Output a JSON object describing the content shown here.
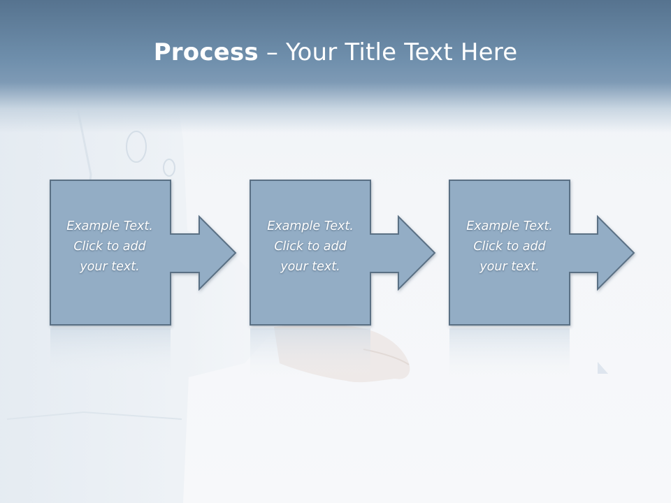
{
  "slide": {
    "title_bold": "Process",
    "title_rest": " – Your Title Text Here"
  },
  "steps": [
    {
      "line1": "Example Text.",
      "line2": "Click  to add",
      "line3": "your text."
    },
    {
      "line1": "Example Text.",
      "line2": "Click  to add",
      "line3": "your text."
    },
    {
      "line1": "Example Text.",
      "line2": "Click  to add",
      "line3": "your text."
    }
  ],
  "colors": {
    "header": "#6f8fac",
    "shape_fill": "#93adc5",
    "shape_stroke": "#5a6f84",
    "text": "#ffffff"
  }
}
